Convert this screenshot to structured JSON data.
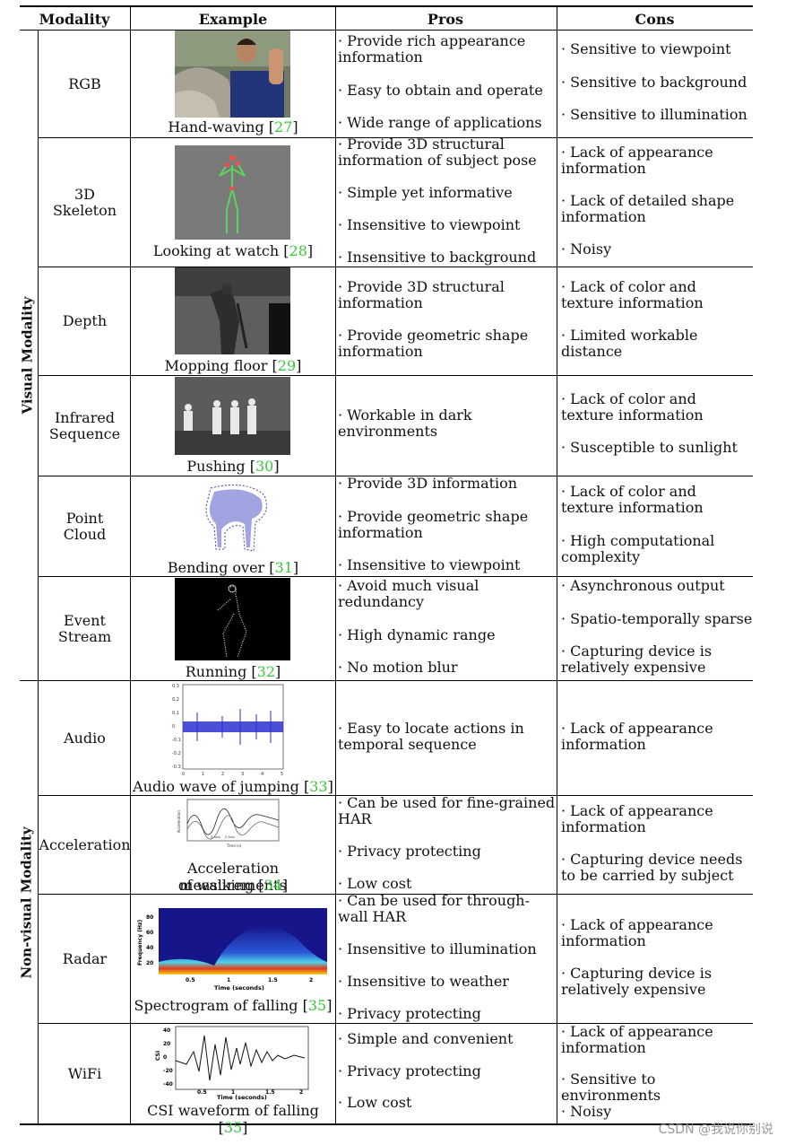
{
  "headers": {
    "modality": "Modality",
    "example": "Example",
    "pros": "Pros",
    "cons": "Cons"
  },
  "groups": {
    "visual": "Visual Modality",
    "nonvisual": "Non-visual Modality"
  },
  "rows": [
    {
      "modality": [
        "RGB"
      ],
      "caption": [
        "Hand-waving"
      ],
      "ref": "27",
      "pros": [
        "Provide rich appearance information",
        "Easy to obtain and operate",
        "Wide range of applications"
      ],
      "cons": [
        "Sensitive to viewpoint",
        "Sensitive to background",
        "Sensitive to illumination"
      ]
    },
    {
      "modality": [
        "3D",
        "Skeleton"
      ],
      "caption": [
        "Looking at watch"
      ],
      "ref": "28",
      "pros": [
        "Provide 3D structural information of subject pose",
        "Simple yet informative",
        "Insensitive to viewpoint",
        "Insensitive to background"
      ],
      "cons": [
        "Lack of appearance information",
        "Lack of detailed shape information",
        "Noisy"
      ]
    },
    {
      "modality": [
        "Depth"
      ],
      "caption": [
        "Mopping floor"
      ],
      "ref": "29",
      "pros": [
        "Provide 3D structural information",
        "Provide geometric shape information"
      ],
      "cons": [
        "Lack of color and texture information",
        "Limited workable distance"
      ]
    },
    {
      "modality": [
        "Infrared",
        "Sequence"
      ],
      "caption": [
        "Pushing"
      ],
      "ref": "30",
      "pros": [
        "Workable in dark environments"
      ],
      "cons": [
        "Lack of color and texture information",
        "Susceptible to sunlight"
      ]
    },
    {
      "modality": [
        "Point",
        "Cloud"
      ],
      "caption": [
        "Bending over"
      ],
      "ref": "31",
      "pros": [
        "Provide 3D information",
        "Provide geometric shape information",
        "Insensitive to viewpoint"
      ],
      "cons": [
        "Lack of color and texture information",
        "High computational complexity"
      ]
    },
    {
      "modality": [
        "Event",
        "Stream"
      ],
      "caption": [
        "Running"
      ],
      "ref": "32",
      "pros": [
        "Avoid much visual redundancy",
        "High dynamic range",
        "No motion blur"
      ],
      "cons": [
        "Asynchronous output",
        "Spatio-temporally sparse",
        "Capturing device is relatively expensive"
      ]
    },
    {
      "modality": [
        "Audio"
      ],
      "caption": [
        "Audio wave of jumping"
      ],
      "ref": "33",
      "pros": [
        "Easy to locate actions in temporal sequence"
      ],
      "cons": [
        "Lack of appearance information"
      ]
    },
    {
      "modality": [
        "Acceleration"
      ],
      "caption": [
        "Acceleration measurements",
        "of walking"
      ],
      "ref": "34",
      "pros": [
        "Can be used for fine-grained HAR",
        "Privacy protecting",
        "Low cost"
      ],
      "cons": [
        "Lack of appearance information",
        "Capturing device needs to be carried by subject"
      ]
    },
    {
      "modality": [
        "Radar"
      ],
      "caption": [
        "Spectrogram of falling"
      ],
      "ref": "35",
      "pros": [
        "Can be used for through-wall HAR",
        "Insensitive to illumination",
        "Insensitive to weather",
        "Privacy protecting"
      ],
      "cons": [
        "Lack of appearance information",
        "Capturing device is relatively expensive"
      ]
    },
    {
      "modality": [
        "WiFi"
      ],
      "caption": [
        "CSI waveform of falling"
      ],
      "ref": "35",
      "pros": [
        "Simple and convenient",
        "Privacy protecting",
        "Low cost"
      ],
      "cons": [
        "Lack of appearance information",
        "Sensitive to environments",
        "Noisy"
      ]
    }
  ],
  "figures": {
    "audio": {
      "y_ticks": [
        "0.3",
        "0.2",
        "0.1",
        "0",
        "-0.1",
        "-0.2",
        "-0.3"
      ],
      "x_ticks": [
        "0",
        "1",
        "2",
        "3",
        "4",
        "5"
      ]
    },
    "accel": {
      "y_label": "Acceleration",
      "x_label": "Time (s)",
      "legend": [
        "X Axis",
        "Z Axis"
      ]
    },
    "radar": {
      "y_label": "Frequency (Hz)",
      "x_label": "Time (seconds)",
      "y_ticks": [
        "80",
        "60",
        "40",
        "20"
      ],
      "x_ticks": [
        "0.5",
        "1",
        "1.5",
        "2"
      ]
    },
    "wifi": {
      "y_label": "CSI",
      "x_label": "Time (seconds)",
      "y_ticks": [
        "40",
        "20",
        "0",
        "-20",
        "-40"
      ],
      "x_ticks": [
        "0.5",
        "1",
        "1.5",
        "2"
      ]
    }
  },
  "watermark": "CSDN @我说你别说"
}
